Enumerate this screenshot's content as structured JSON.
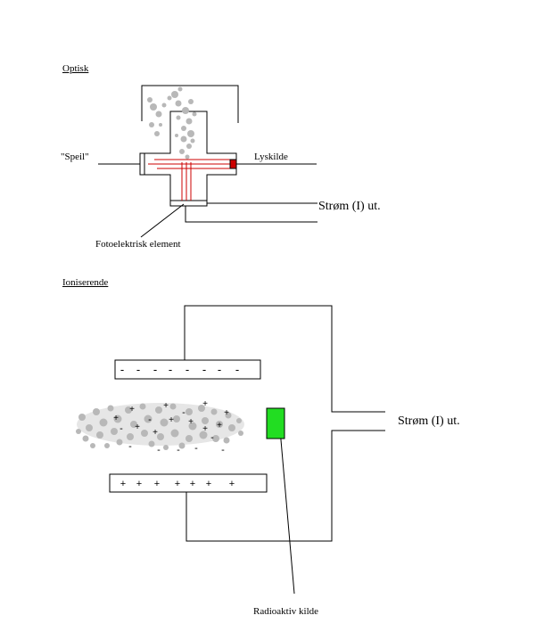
{
  "sections": {
    "optical": {
      "heading": "Optisk",
      "mirror_label": "\"Speil\"",
      "light_source_label": "Lyskilde",
      "current_out_label": "Strøm (I) ut.",
      "photo_element_label": "Fotoelektrisk element"
    },
    "ionizing": {
      "heading": "Ioniserende",
      "current_out_label": "Strøm (I) ut.",
      "radioactive_source_label": "Radioaktiv kilde",
      "negative_plate_signs": [
        "-",
        "-",
        "-",
        "-",
        "-",
        "-",
        "-",
        "-",
        "-"
      ],
      "positive_plate_signs": [
        "+",
        "+",
        "+",
        "+",
        "+",
        "+",
        "+"
      ]
    }
  },
  "colors": {
    "light_beam": "#cc0000",
    "light_source": "#cc0000",
    "radioactive_source": "#22dd22",
    "smoke": "#b8b8b8",
    "line": "#000000"
  }
}
